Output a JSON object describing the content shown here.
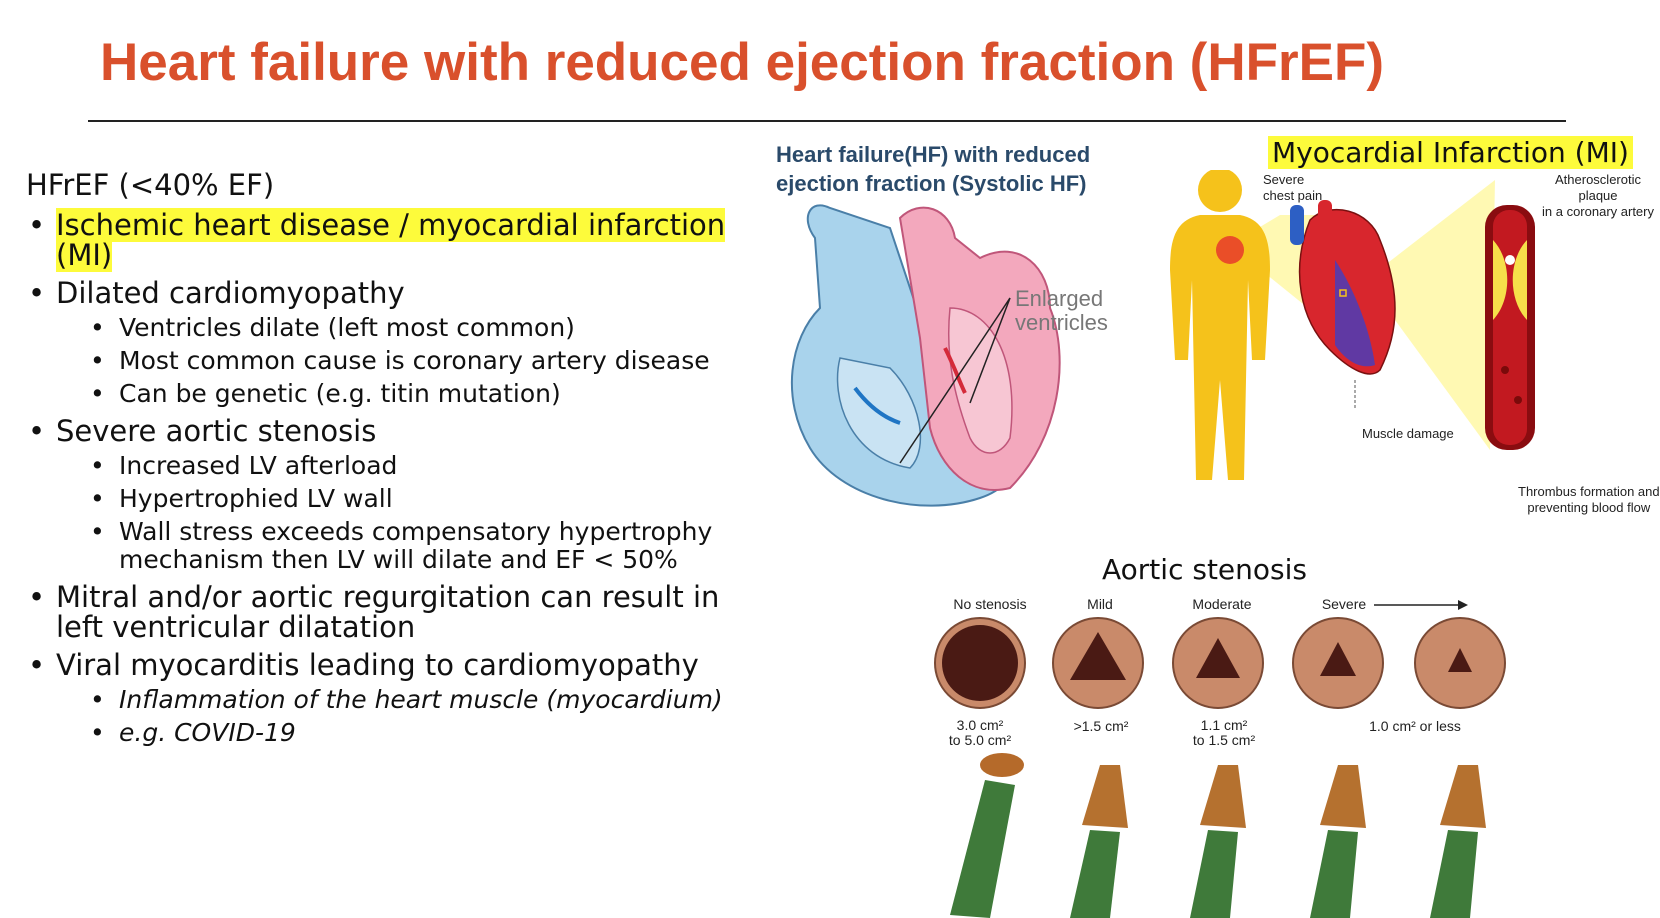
{
  "slide": {
    "title": "Heart failure with reduced ejection fraction (HFrEF)"
  },
  "left": {
    "heading": "HFrEF (<40% EF)",
    "bullets": [
      {
        "text": "Ischemic heart disease / myocardial infarction (MI)"
      },
      {
        "text": "Dilated cardiomyopathy",
        "sub": [
          "Ventricles dilate (left most common)",
          "Most common cause is coronary artery disease",
          "Can be genetic (e.g. titin mutation)"
        ]
      },
      {
        "text": "Severe aortic stenosis",
        "sub": [
          "Increased LV afterload",
          "Hypertrophied LV wall",
          "Wall stress exceeds compensatory hypertrophy mechanism then LV will dilate and EF < 50%"
        ]
      },
      {
        "text": "Mitral and/or aortic regurgitation can result in left ventricular dilatation"
      },
      {
        "text": "Viral myocarditis leading to cardiomyopathy",
        "sub": [
          "Inflammation of the heart muscle (myocardium)",
          "e.g. COVID-19"
        ]
      }
    ]
  },
  "figure_hf": {
    "title_line1": "Heart failure(HF) with reduced",
    "title_line2": "ejection fraction (Systolic HF)",
    "label_line1": "Enlarged",
    "label_line2": "ventricles"
  },
  "figure_mi": {
    "title": "Myocardial Infarction (MI)",
    "severe_1": "Severe",
    "severe_2": "chest pain",
    "plaque_1": "Atherosclerotic plaque",
    "plaque_2": "in a coronary artery",
    "muscle": "Muscle damage",
    "thrombus_1": "Thrombus formation and",
    "thrombus_2": "preventing blood flow"
  },
  "figure_as": {
    "title": "Aortic stenosis",
    "stages": [
      "No stenosis",
      "Mild",
      "Moderate",
      "Severe"
    ],
    "areas": [
      "3.0  cm² to 5.0 cm²",
      ">1.5 cm²",
      "1.1 cm² to 1.5 cm²",
      "1.0 cm² or less"
    ],
    "area_parts": {
      "a1": "3.0  cm²",
      "a1b": "to 5.0 cm²",
      "a2": ">1.5 cm²",
      "a3": "1.1 cm²",
      "a3b": "to 1.5 cm²",
      "a4": "1.0 cm² or less"
    }
  },
  "colors": {
    "title": "#d9502c",
    "highlight": "#fdfb3b"
  }
}
